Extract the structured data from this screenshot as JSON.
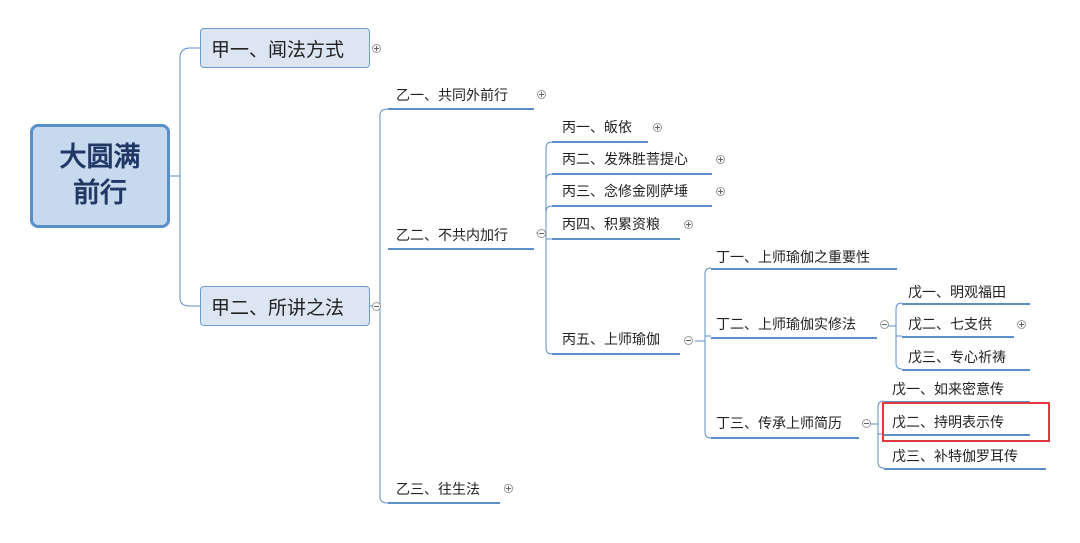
{
  "root": {
    "label": "大圆满前行"
  },
  "jia1": {
    "label": "甲一、闻法方式"
  },
  "jia2": {
    "label": "甲二、所讲之法"
  },
  "yi1": {
    "label": "乙一、共同外前行"
  },
  "yi2": {
    "label": "乙二、不共内加行"
  },
  "yi3": {
    "label": "乙三、往生法"
  },
  "bing1": {
    "label": "丙一、皈依"
  },
  "bing2": {
    "label": "丙二、发殊胜菩提心"
  },
  "bing3": {
    "label": "丙三、念修金刚萨埵"
  },
  "bing4": {
    "label": "丙四、积累资粮"
  },
  "bing5": {
    "label": "丙五、上师瑜伽"
  },
  "ding1": {
    "label": "丁一、上师瑜伽之重要性"
  },
  "ding2": {
    "label": "丁二、上师瑜伽实修法"
  },
  "ding3": {
    "label": "丁三、传承上师简历"
  },
  "wu_a1": {
    "label": "戊一、明观福田"
  },
  "wu_a2": {
    "label": "戊二、七支供"
  },
  "wu_a3": {
    "label": "戊三、专心祈祷"
  },
  "wu_b1": {
    "label": "戊一、如来密意传"
  },
  "wu_b2": {
    "label": "戊二、持明表示传"
  },
  "wu_b3": {
    "label": "戊三、补特伽罗耳传"
  },
  "colors": {
    "line": "#5b8fc7",
    "highlight": "#e0393e",
    "root_fill": "#c6d9ee",
    "topic_fill": "#dce6f2"
  }
}
